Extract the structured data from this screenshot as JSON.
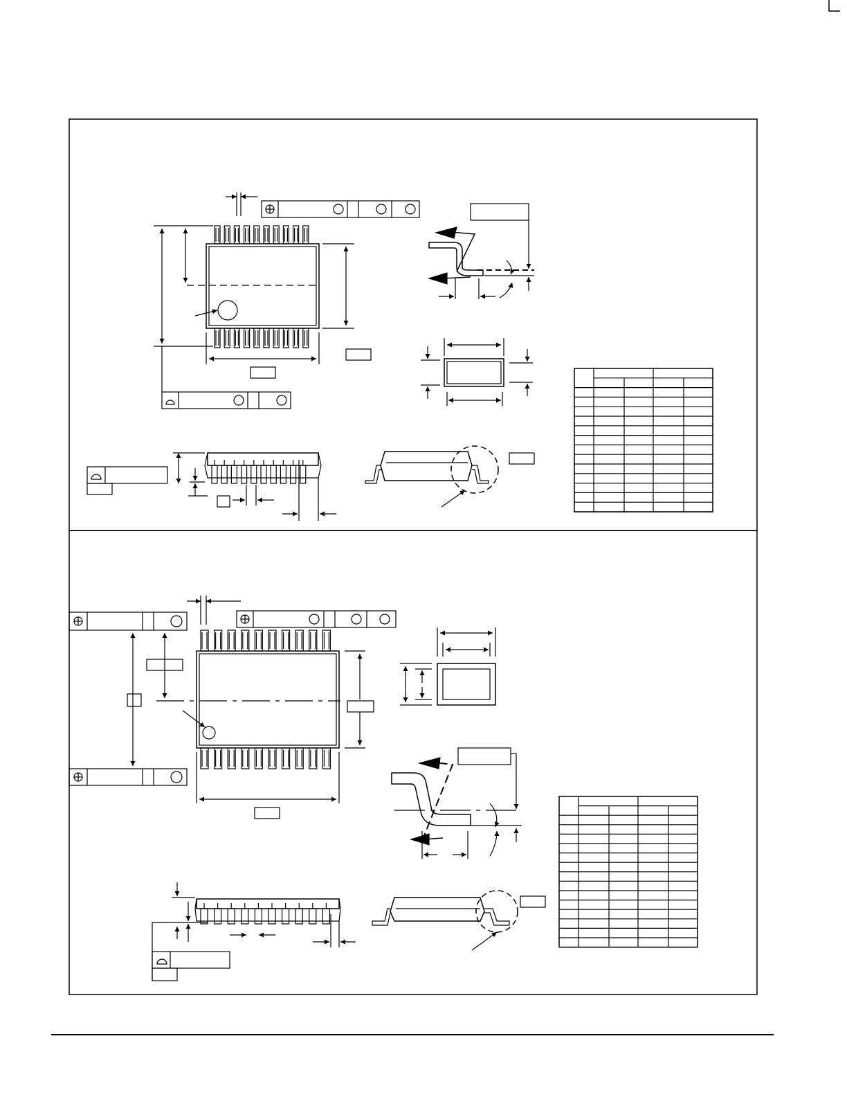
{
  "page": {
    "background": "#ffffff",
    "ink": "#000000",
    "text_labels": []
  },
  "sections": [
    {
      "id": "package-top",
      "lead_count_per_side": 10,
      "dimension_table": {
        "rows": 13,
        "cols": 5
      }
    },
    {
      "id": "package-bottom",
      "lead_count_per_side": 10,
      "dimension_table": {
        "rows": 14,
        "cols": 5
      }
    }
  ]
}
